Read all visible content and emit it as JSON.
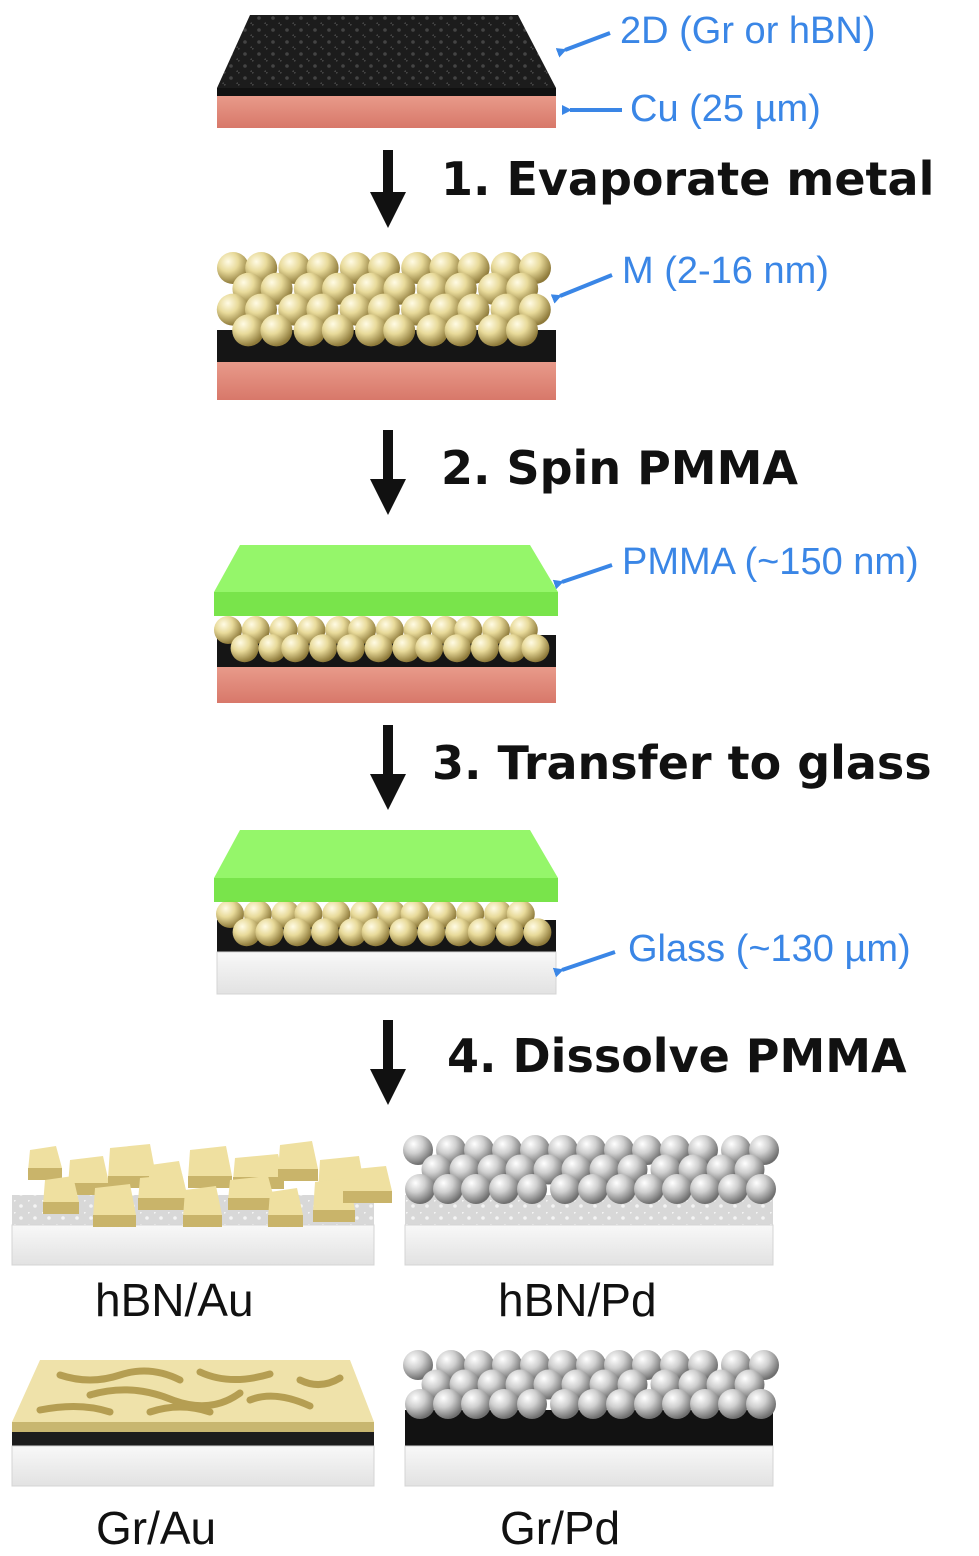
{
  "colors": {
    "annotation_blue": "#3a86e6",
    "copper": "#e08878",
    "pmma_green": "#7df04a",
    "gold": "#e8da9a",
    "palladium": "#cfcfcf",
    "glass": "#f0f0f0",
    "graphene_dark": "#1a1a1a"
  },
  "steps": [
    {
      "label": "1. Evaporate metal",
      "icon": "arrow-down-icon"
    },
    {
      "label": "2. Spin PMMA",
      "icon": "arrow-down-icon"
    },
    {
      "label": "3. Transfer to glass",
      "icon": "arrow-down-icon"
    },
    {
      "label": "4. Dissolve PMMA",
      "icon": "arrow-down-icon"
    }
  ],
  "annotations": {
    "two_d": "2D (Gr or hBN)",
    "cu": "Cu (25 µm)",
    "metal": "M (2-16 nm)",
    "pmma": "PMMA (~150 nm)",
    "glass": "Glass (~130 µm)"
  },
  "samples": [
    {
      "label": "hBN/Au"
    },
    {
      "label": "hBN/Pd"
    },
    {
      "label": "Gr/Au"
    },
    {
      "label": "Gr/Pd"
    }
  ]
}
